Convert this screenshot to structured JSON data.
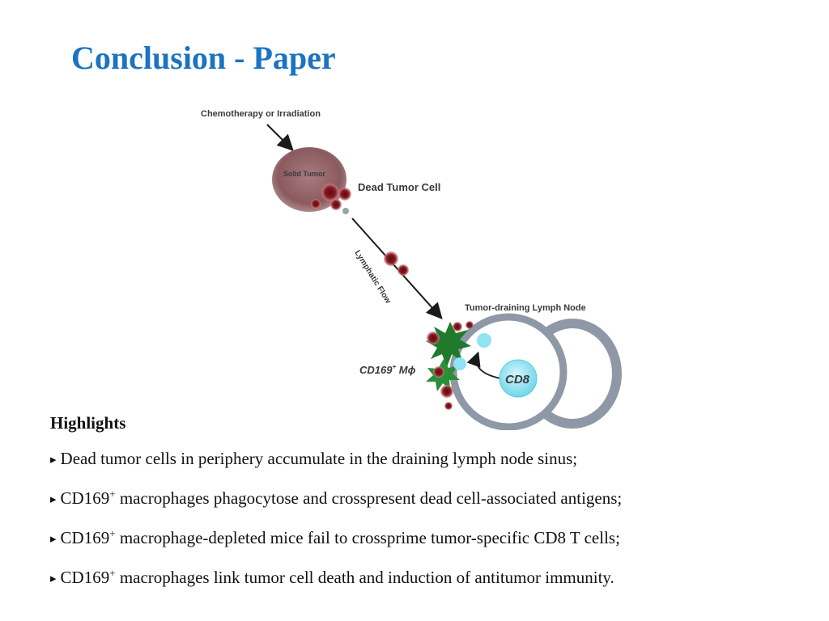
{
  "slide": {
    "title": "Conclusion - Paper"
  },
  "diagram": {
    "label_chemo": "Chemotherapy or Irradiation",
    "label_solid_tumor": "Solid Tumor",
    "label_dead_cell": "Dead Tumor Cell",
    "label_flow": "Lymphatic Flow",
    "label_lymph_node": "Tumor-draining Lymph Node",
    "label_macrophage_prefix": "CD169",
    "label_macrophage_sup": "+",
    "label_macrophage_suffix": " Mϕ",
    "label_cd8": "CD8",
    "colors": {
      "tumor": "#8a5a5e",
      "dead_cell": "#7a1018",
      "lymph_node_rim": "#8f98a6",
      "macrophage": "#1f7a2c",
      "t_cell": "#8fe3f2"
    }
  },
  "highlights": {
    "heading": "Highlights",
    "bullet_glyph": "▸",
    "items": [
      {
        "prefix": "Dead tumor cells in periphery accumulate in the draining lymph node sinus;",
        "sup": "",
        "suffix": ""
      },
      {
        "prefix": "CD169",
        "sup": "+",
        "suffix": " macrophages phagocytose and crosspresent dead cell-associated antigens;"
      },
      {
        "prefix": "CD169",
        "sup": "+",
        "suffix": " macrophage-depleted mice fail to crossprime tumor-specific CD8 T cells;"
      },
      {
        "prefix": "CD169",
        "sup": "+",
        "suffix": " macrophages link tumor cell death and induction of antitumor immunity."
      }
    ]
  }
}
